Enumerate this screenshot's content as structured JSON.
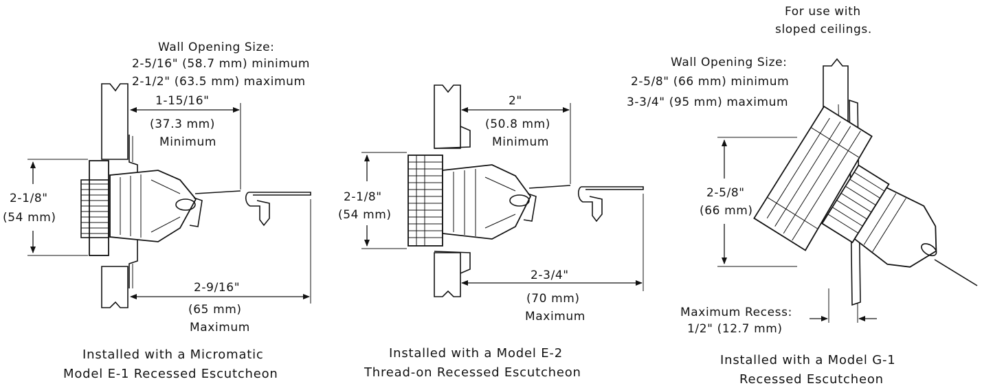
{
  "left": {
    "wall_opening_title": "Wall Opening Size:",
    "wall_opening_min": "2-5/16\" (58.7 mm) minimum",
    "wall_opening_max": "2-1/2\" (63.5 mm) maximum",
    "dim_min_in": "1-15/16\"",
    "dim_min_mm": "(37.3 mm)",
    "dim_min_word": "Minimum",
    "dim_height_in": "2-1/8\"",
    "dim_height_mm": "(54 mm)",
    "dim_max_in": "2-9/16\"",
    "dim_max_mm": "(65 mm)",
    "dim_max_word": "Maximum",
    "caption_line1": "Installed with a Micromatic",
    "caption_line2": "Model E-1 Recessed Escutcheon"
  },
  "middle": {
    "dim_min_in": "2\"",
    "dim_min_mm": "(50.8 mm)",
    "dim_min_word": "Minimum",
    "dim_height_in": "2-1/8\"",
    "dim_height_mm": "(54 mm)",
    "dim_max_in": "2-3/4\"",
    "dim_max_mm": "(70 mm)",
    "dim_max_word": "Maximum",
    "caption_line1": "Installed with a Model E-2",
    "caption_line2": "Thread-on Recessed Escutcheon"
  },
  "right": {
    "note_line1": "For use with",
    "note_line2": "sloped ceilings.",
    "wall_opening_title": "Wall Opening Size:",
    "wall_opening_min": "2-5/8\" (66 mm) minimum",
    "wall_opening_max": "3-3/4\" (95 mm) maximum",
    "dim_height_in": "2-5/8\"",
    "dim_height_mm": "(66 mm)",
    "recess_title": "Maximum Recess:",
    "recess_value": "1/2\" (12.7 mm)",
    "caption_line1": "Installed with a Model G-1",
    "caption_line2": "Recessed Escutcheon"
  },
  "colors": {
    "line": "#111111",
    "wall_fill": "#e8e8e8"
  }
}
